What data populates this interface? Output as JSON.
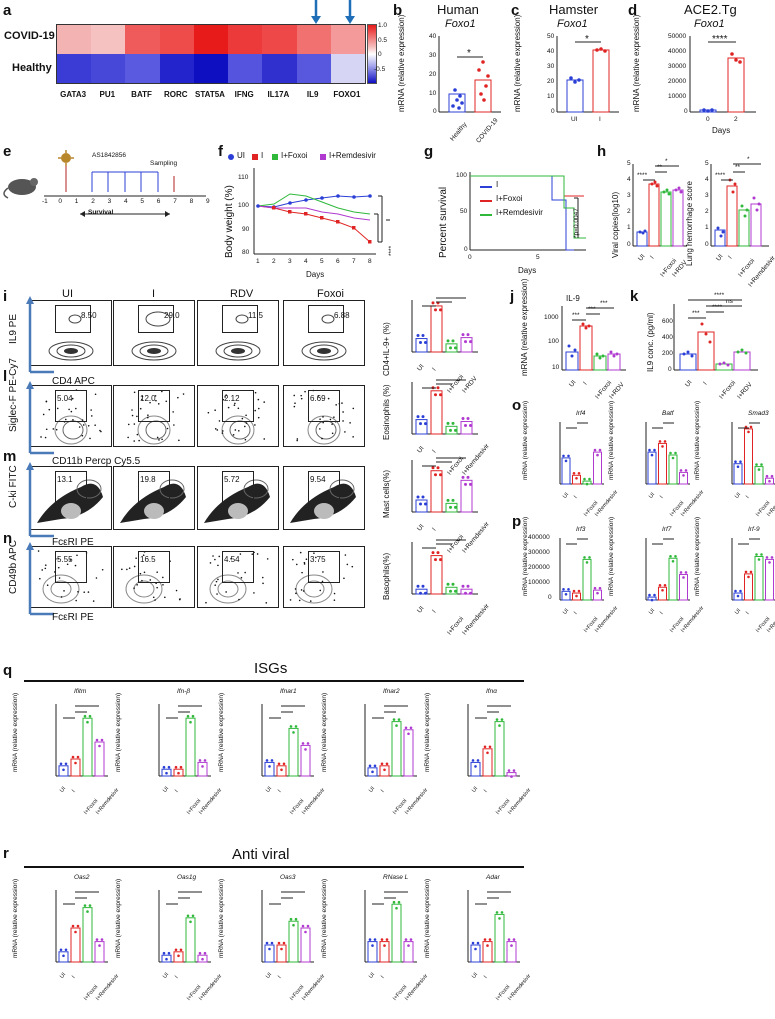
{
  "panel_labels": [
    "a",
    "b",
    "c",
    "d",
    "e",
    "f",
    "g",
    "h",
    "i",
    "j",
    "k",
    "l",
    "m",
    "n",
    "o",
    "p",
    "q",
    "r"
  ],
  "heatmap": {
    "rows": [
      "COVID-19",
      "Healthy"
    ],
    "cols": [
      "GATA3",
      "PU1",
      "BATF",
      "RORC",
      "STAT5A",
      "IFNG",
      "IL17A",
      "IL9",
      "FOXO1"
    ],
    "colorbar_ticks": [
      "1.0",
      "0.5",
      "0",
      "-0.5"
    ],
    "colors": {
      "covid": [
        "#f4b3b3",
        "#f6c1c1",
        "#ef5a5a",
        "#ee4b4b",
        "#e81b1b",
        "#ec3a3a",
        "#ee4848",
        "#f17070",
        "#f49a9a"
      ],
      "healthy": [
        "#3b3bd6",
        "#4747d8",
        "#5a5ae0",
        "#2424cc",
        "#0f0fc2",
        "#5454de",
        "#3030cf",
        "#5858de",
        "#d6d6f4"
      ]
    }
  },
  "b": {
    "title": "Human",
    "gene": "Foxo1",
    "ylabel": "mRNA\n(relative expression)",
    "ticks": [
      "40",
      "30",
      "20",
      "10",
      "0"
    ],
    "cats": [
      "Healthy",
      "COVID-19"
    ],
    "sig": "*"
  },
  "c": {
    "title": "Hamster",
    "gene": "Foxo1",
    "ylabel": "mRNA\n(relative expression)",
    "ticks": [
      "50",
      "40",
      "30",
      "20",
      "10",
      "0"
    ],
    "cats": [
      "UI",
      "I"
    ],
    "sig": "*"
  },
  "d": {
    "title": "ACE2.Tg",
    "gene": "Foxo1",
    "ylabel": "mRNA\n(relative expression)",
    "ticks": [
      "50000",
      "40000",
      "30000",
      "20000",
      "10000",
      "0"
    ],
    "cats": [
      "0",
      "2"
    ],
    "xlabel": "Days",
    "sig": "****"
  },
  "e": {
    "drug": "AS1842856",
    "sampling": "Sampling",
    "survival": "Survival",
    "days": [
      "-1",
      "0",
      "1",
      "2",
      "3",
      "4",
      "5",
      "6",
      "7",
      "8",
      "9"
    ]
  },
  "f": {
    "legend": [
      "UI",
      "I",
      "I+Foxoi",
      "I+Remdesivir"
    ],
    "ylabel": "Body weight (%)",
    "xlabel": "Days",
    "yticks": [
      "110",
      "100",
      "90",
      "80"
    ],
    "xticks": [
      "1",
      "2",
      "3",
      "4",
      "5",
      "6",
      "7",
      "8"
    ],
    "sig": "****"
  },
  "g": {
    "ylabel": "Percent survival",
    "xlabel": "Days",
    "yticks": [
      "100",
      "50",
      "0"
    ],
    "xticks": [
      "0",
      "5"
    ],
    "legend": [
      "I",
      "I+Foxoi",
      "I+Remdesivir"
    ],
    "pval": "*p=0.0047"
  },
  "h": {
    "ylabel1": "Viral copies(log10)",
    "ylabel2": "Lung hemorrhage score",
    "ticks1": [
      "5",
      "4",
      "3",
      "2",
      "1",
      "0"
    ],
    "ticks2": [
      "5",
      "4",
      "3",
      "2",
      "1",
      "0"
    ],
    "cats": [
      "UI",
      "I",
      "I+Foxoi",
      "I+RDV"
    ],
    "cats2": [
      "UI",
      "I",
      "I+Foxoi",
      "I+Remdesivir"
    ]
  },
  "i": {
    "ylabel": "IL9 PE",
    "xlabel": "CD4 APC",
    "cols": [
      "UI",
      "I",
      "RDV",
      "Foxoi"
    ],
    "vals": [
      "8.50",
      "29.0",
      "11.5",
      "6.88"
    ],
    "bar_ylabel": "CD4+IL-9+ (%)",
    "cats": [
      "UI",
      "I",
      "I+Foxoi",
      "I+RDV"
    ]
  },
  "j": {
    "title": "IL-9",
    "ylabel": "mRNA\n(relative expression)",
    "ticks": [
      "1000",
      "100",
      "10"
    ],
    "cats": [
      "UI",
      "I",
      "I+Foxoi",
      "I+RDV"
    ]
  },
  "k": {
    "ylabel": "IL9 conc. (pg/ml)",
    "ticks": [
      "600",
      "400",
      "200",
      "0"
    ],
    "cats": [
      "UI",
      "I",
      "I+Foxoi",
      "I+RDV"
    ]
  },
  "l": {
    "ylabel": "Siglec-F PE-Cy7",
    "xlabel": "CD11b Percp Cy5.5",
    "vals": [
      "5.04",
      "12.0",
      "2.12",
      "6.69"
    ],
    "bar_ylabel": "Eosinophils (%)",
    "cats": [
      "UI",
      "I",
      "I+Foxoi",
      "I+Remdesivir"
    ]
  },
  "m": {
    "ylabel": "C-ki FITC",
    "xlabel": "FcεRI PE",
    "vals": [
      "13.1",
      "19.8",
      "5.72",
      "9.54"
    ],
    "bar_ylabel": "Mast cells(%)",
    "cats": [
      "UI",
      "I",
      "I+Foxoi",
      "I+Remdesivir"
    ]
  },
  "n": {
    "ylabel": "CD49b APC",
    "xlabel": "FcεRI PE",
    "vals": [
      "5.55",
      "16.5",
      "4.54",
      "3.75"
    ],
    "bar_ylabel": "Basophils(%)",
    "cats": [
      "UI",
      "I",
      "I+Foxoi",
      "I+Remdesivir"
    ]
  },
  "o": {
    "genes": [
      "Irf4",
      "Batf",
      "Smad3"
    ],
    "ylabel": "mRNA\n(relative expression)",
    "cats": [
      "UI",
      "I",
      "I+Foxoi",
      "I+Remdesivir"
    ]
  },
  "p": {
    "genes": [
      "Irf3",
      "Irf7",
      "Irf-9"
    ],
    "ticks": [
      "400000",
      "300000",
      "200000",
      "100000",
      "0"
    ],
    "ylabel": "mRNA\n(relative expression)",
    "cats": [
      "UI",
      "I",
      "I+Foxoi",
      "I+Remdesivir"
    ]
  },
  "q": {
    "section": "ISGs",
    "genes": [
      "Ifitm",
      "Ifn-β",
      "Ifnar1",
      "Ifnar2",
      "Ifnα"
    ],
    "ylabel": "mRNA\n(relative expression)",
    "cats": [
      "UI",
      "I",
      "I+Foxoi",
      "I+Remdesivir"
    ]
  },
  "r": {
    "section": "Anti viral",
    "genes": [
      "Oas2",
      "Oas1g",
      "Oas3",
      "RNase L",
      "Adar"
    ],
    "ylabel": "mRNA\n(relative expression)",
    "cats": [
      "UI",
      "I",
      "I+Foxoi",
      "I+Remdesivir"
    ]
  },
  "colors": {
    "blue": "#2b3fd6",
    "red": "#e02424",
    "green": "#2fb83a",
    "purple": "#b03ad0",
    "arrow": "#1f6fb8"
  }
}
